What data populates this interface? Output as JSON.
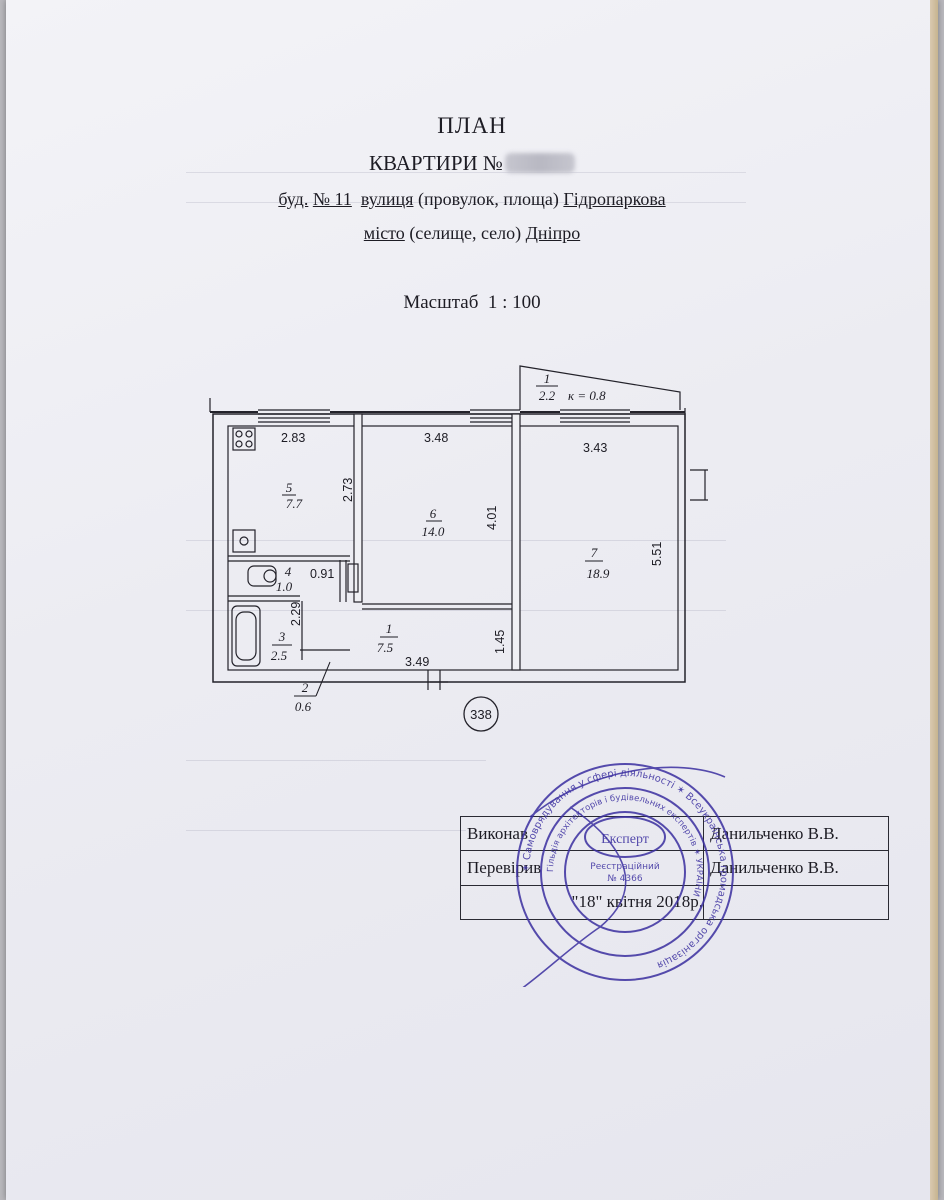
{
  "header": {
    "title": "ПЛАН",
    "apartment_prefix": "КВАРТИРИ №",
    "building_label": "буд.",
    "building_number": "№ 11",
    "street_label": "вулиця",
    "street_types": "(провулок, площа)",
    "street_name": "Гідропаркова",
    "city_label": "місто",
    "city_types": "(селище, село)",
    "city_name": "Дніпро",
    "scale_label": "Масштаб",
    "scale_value": "1 : 100"
  },
  "plan": {
    "rooms": [
      {
        "id": "1",
        "area": "7.5"
      },
      {
        "id": "2",
        "area": "0.6"
      },
      {
        "id": "3",
        "area": "2.5"
      },
      {
        "id": "4",
        "area": "1.0"
      },
      {
        "id": "5",
        "area": "7.7"
      },
      {
        "id": "6",
        "area": "14.0"
      },
      {
        "id": "7",
        "area": "18.9"
      }
    ],
    "balcony": {
      "id": "1",
      "area": "2.2",
      "coef": "к = 0.8"
    },
    "dimensions": {
      "kitchen_width": "2.83",
      "kitchen_depth": "2.73",
      "room6_width": "3.48",
      "room6_depth": "4.01",
      "room7_width": "3.43",
      "room7_depth": "5.51",
      "toilet_width": "0.91",
      "bath_depth": "2.29",
      "hall_width": "3.49",
      "hall_depth": "1.45"
    },
    "section_marker": "338"
  },
  "signatures": {
    "performed_label": "Виконав",
    "performed_name": "Данильченко В.В.",
    "checked_label": "Перевірив",
    "checked_name": "Данильченко В.В.",
    "date": "\"18\" квітня 2018р."
  },
  "stamp": {
    "center_word": "Експерт",
    "registered": "Реєстраційний",
    "number": "№ 4366",
    "outer_ring": "✶ Самоврядування у сфері діяльності ✶ Всеукраїнська громадська організація",
    "inner_ring": "Гільдія архітекторів і будівельних експертів ✶ УКРАЇНИ",
    "stamp_color": "#3b2fa0"
  },
  "colors": {
    "ink": "#1d1c24",
    "paper": "#eeeef3"
  }
}
